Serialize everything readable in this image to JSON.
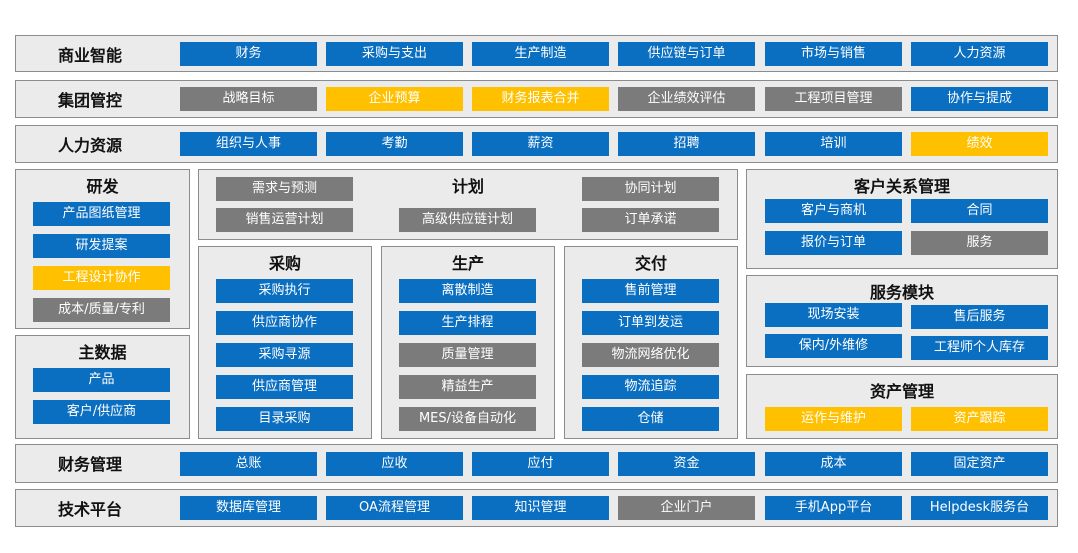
{
  "colors": {
    "blue": "#0b6fc1",
    "gray": "#7b7b7b",
    "yellow": "#ffc000",
    "panel": "#ebebec"
  },
  "bi": {
    "title": "商业智能",
    "items": [
      "财务",
      "采购与支出",
      "生产制造",
      "供应链与订单",
      "市场与销售",
      "人力资源"
    ]
  },
  "group": {
    "title": "集团管控",
    "items": [
      "战略目标",
      "企业预算",
      "财务报表合并",
      "企业绩效评估",
      "工程项目管理",
      "协作与提成"
    ]
  },
  "hr": {
    "title": "人力资源",
    "items": [
      "组织与人事",
      "考勤",
      "薪资",
      "招聘",
      "培训",
      "绩效"
    ]
  },
  "rnd": {
    "title": "研发",
    "items": [
      "产品图纸管理",
      "研发提案",
      "工程设计协作",
      "成本/质量/专利"
    ]
  },
  "master": {
    "title": "主数据",
    "items": [
      "产品",
      "客户/供应商"
    ]
  },
  "plan": {
    "title": "计划",
    "items": [
      "需求与预测",
      "协同计划",
      "销售运营计划",
      "高级供应链计划",
      "订单承诺"
    ]
  },
  "purchase": {
    "title": "采购",
    "items": [
      "采购执行",
      "供应商协作",
      "采购寻源",
      "供应商管理",
      "目录采购"
    ]
  },
  "production": {
    "title": "生产",
    "items": [
      "离散制造",
      "生产排程",
      "质量管理",
      "精益生产",
      "MES/设备自动化"
    ]
  },
  "delivery": {
    "title": "交付",
    "items": [
      "售前管理",
      "订单到发运",
      "物流网络优化",
      "物流追踪",
      "仓储"
    ]
  },
  "crm": {
    "title": "客户关系管理",
    "items": [
      "客户与商机",
      "合同",
      "报价与订单",
      "服务"
    ]
  },
  "service": {
    "title": "服务模块",
    "items": [
      "现场安装",
      "售后服务",
      "保内/外维修",
      "工程师个人库存"
    ]
  },
  "asset": {
    "title": "资产管理",
    "items": [
      "运作与维护",
      "资产跟踪"
    ]
  },
  "finance": {
    "title": "财务管理",
    "items": [
      "总账",
      "应收",
      "应付",
      "资金",
      "成本",
      "固定资产"
    ]
  },
  "tech": {
    "title": "技术平台",
    "items": [
      "数据库管理",
      "OA流程管理",
      "知识管理",
      "企业门户",
      "手机App平台",
      "Helpdesk服务台"
    ]
  }
}
